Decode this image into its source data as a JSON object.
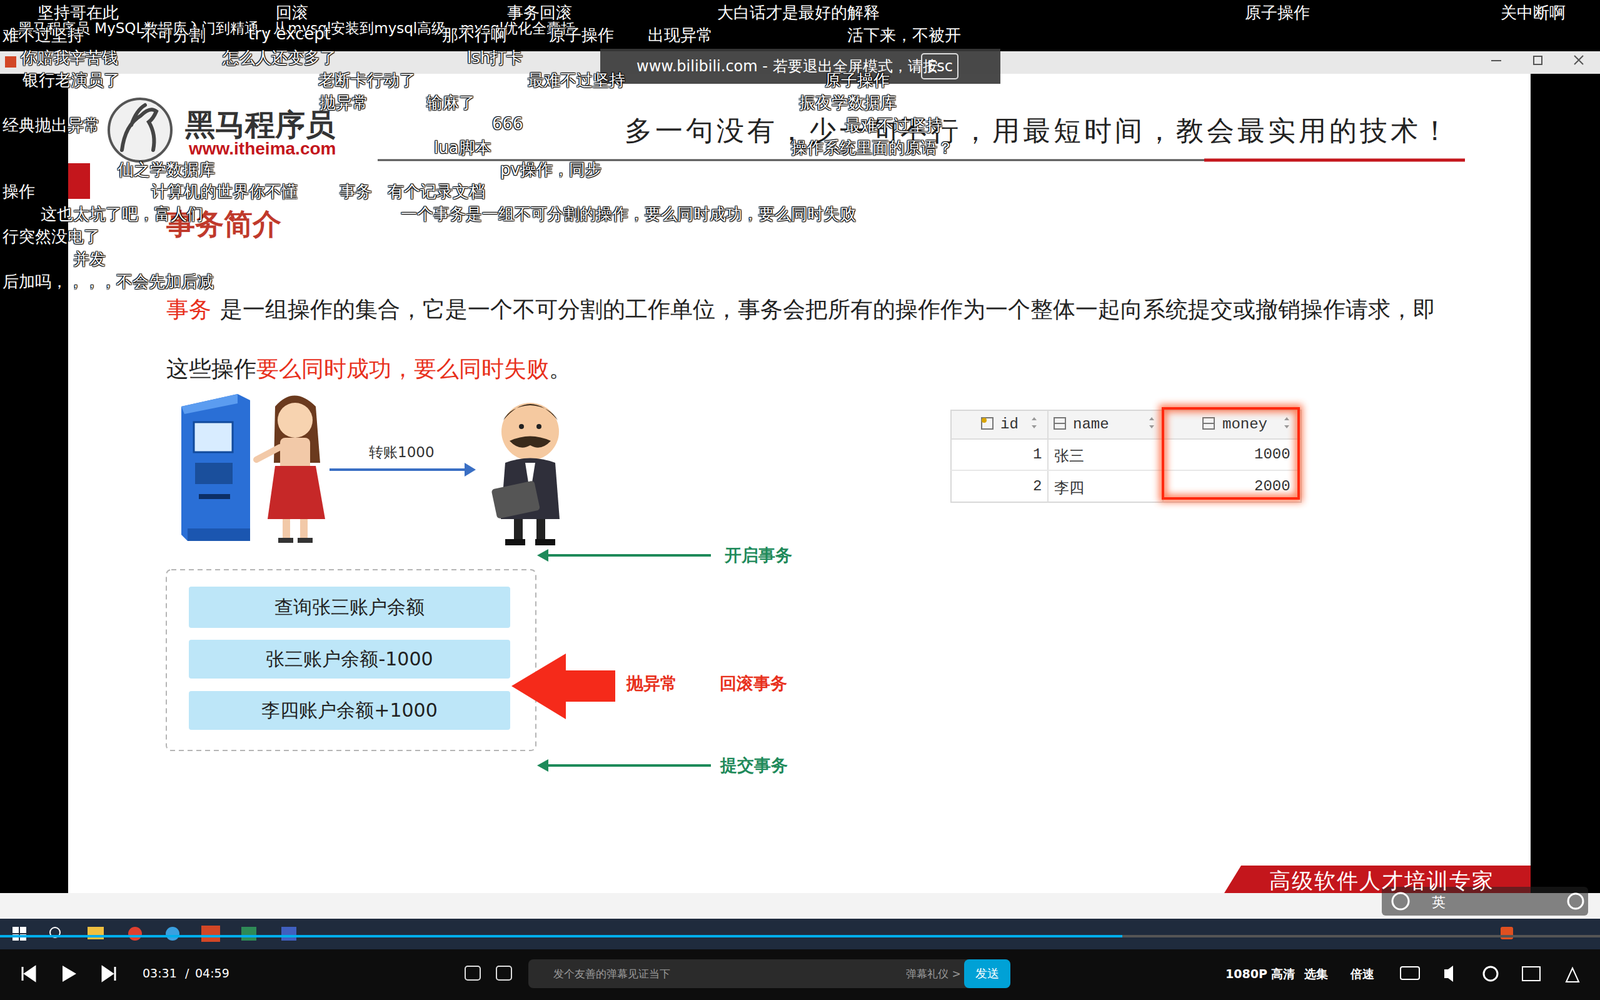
{
  "diagram": {
    "title": "事务简介",
    "nodes": [
      {
        "text": [
          "查询张三账户余额"
        ]
      },
      {
        "text": [
          "张三账户余额-1000"
        ]
      },
      {
        "text": [
          "李四账户余额+1000"
        ]
      }
    ],
    "labels": [
      "黑马程序员 MySQL数据库入门到精通，从mysql安装到mysql高级、mysql优化全囊括",
      "www.bilibili.com - 若要退出全屏模式，请按",
      "Esc",
      "黑马程序员",
      "www.itheima.com",
      "多一句没有，少一句不行，用最短时间，教会最实用的技术！",
      "高级软件人才培训专家",
      "id",
      "name",
      "money",
      "1",
      "张三",
      "1000",
      "2",
      "李四",
      "2000",
      "转账1000",
      "开启事务",
      "抛异常",
      "回滚事务",
      "提交事务",
      "事务",
      "是一组操作的集合，它是一个不可分割的工作单位，事务会把所有的操作作为一个整体一起向系统提交或撤销操作请求，即这些操作",
      "要么同时成功，要么同时失败",
      "。",
      "03:31",
      "/",
      "04:59",
      "发个友善的弹幕见证当下",
      "弹幕礼仪 >",
      "发送",
      "1080P 高清",
      "选集",
      "倍速",
      "英",
      "坚持哥在此",
      "回滚",
      "事务回滚",
      "大白话才是最好的解释",
      "原子操作",
      "关中断啊",
      "难不过坚持",
      "不可分割",
      "try except",
      "那不行啊",
      "原子操作",
      "出现异常",
      "活下来，不被开",
      "你赔我辛苦钱",
      "怎么人还变多了",
      "lsh打卡",
      "银行老演员了",
      "老断卡行动了",
      "最难不过坚持",
      "原子操作",
      "抛异常",
      "输麻了",
      "振夜学数据库",
      "经典抛出异常",
      "666",
      "最难不过坚持",
      "lua脚本",
      "操作系统里面的原语？",
      "仙之学数据库",
      "pv操作，同步",
      "操作",
      "计算机的世界你不懂",
      "事务",
      "有个记录文档",
      "这也太坑了吧，富人们",
      "一个事务是一组不可分割的操作，要么同时成功，要么同时失败",
      "行突然没电了",
      "并发",
      "后加吗，，，，不会先加后减"
    ]
  }
}
